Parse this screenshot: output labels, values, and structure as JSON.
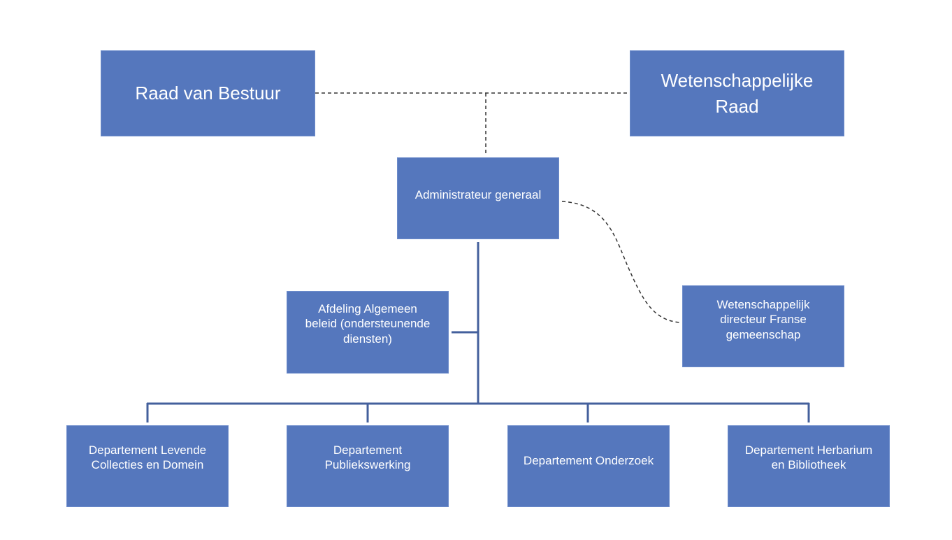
{
  "diagram": {
    "type": "organization-chart",
    "colors": {
      "box_fill": "#5577bd",
      "box_text": "#ffffff",
      "solid_line": "#44609c",
      "dashed_line": "#333333"
    },
    "top_left_box": {
      "label": "Raad van Bestuur"
    },
    "top_right_box": {
      "label": "Wetenschappelijke\nRaad"
    },
    "head_box": {
      "label": "Administrateur generaal"
    },
    "staff_box": {
      "label": "Afdeling Algemeen\nbeleid (ondersteunende\ndiensten)"
    },
    "advisor_box": {
      "label": "Wetenschappelijk\ndirecteur Franse\ngemeenschap"
    },
    "departments": [
      {
        "label": "Departement Levende\nCollecties en Domein"
      },
      {
        "label": "Departement\nPubliekswerking"
      },
      {
        "label": "Departement Onderzoek"
      },
      {
        "label": "Departement Herbarium\nen Bibliotheek"
      }
    ],
    "relations": [
      {
        "from": "Raad van Bestuur",
        "to": "Wetenschappelijke Raad",
        "style": "dashed"
      },
      {
        "from": "Raad van Bestuur / Wetenschappelijke Raad",
        "to": "Administrateur generaal",
        "style": "dashed"
      },
      {
        "from": "Administrateur generaal",
        "to": "Wetenschappelijk directeur Franse gemeenschap",
        "style": "dashed"
      },
      {
        "from": "Administrateur generaal",
        "to": "Afdeling Algemeen beleid (ondersteunende diensten)",
        "style": "solid"
      },
      {
        "from": "Administrateur generaal",
        "to": "Departement Levende Collecties en Domein",
        "style": "solid"
      },
      {
        "from": "Administrateur generaal",
        "to": "Departement Publiekswerking",
        "style": "solid"
      },
      {
        "from": "Administrateur generaal",
        "to": "Departement Onderzoek",
        "style": "solid"
      },
      {
        "from": "Administrateur generaal",
        "to": "Departement Herbarium en Bibliotheek",
        "style": "solid"
      }
    ]
  }
}
